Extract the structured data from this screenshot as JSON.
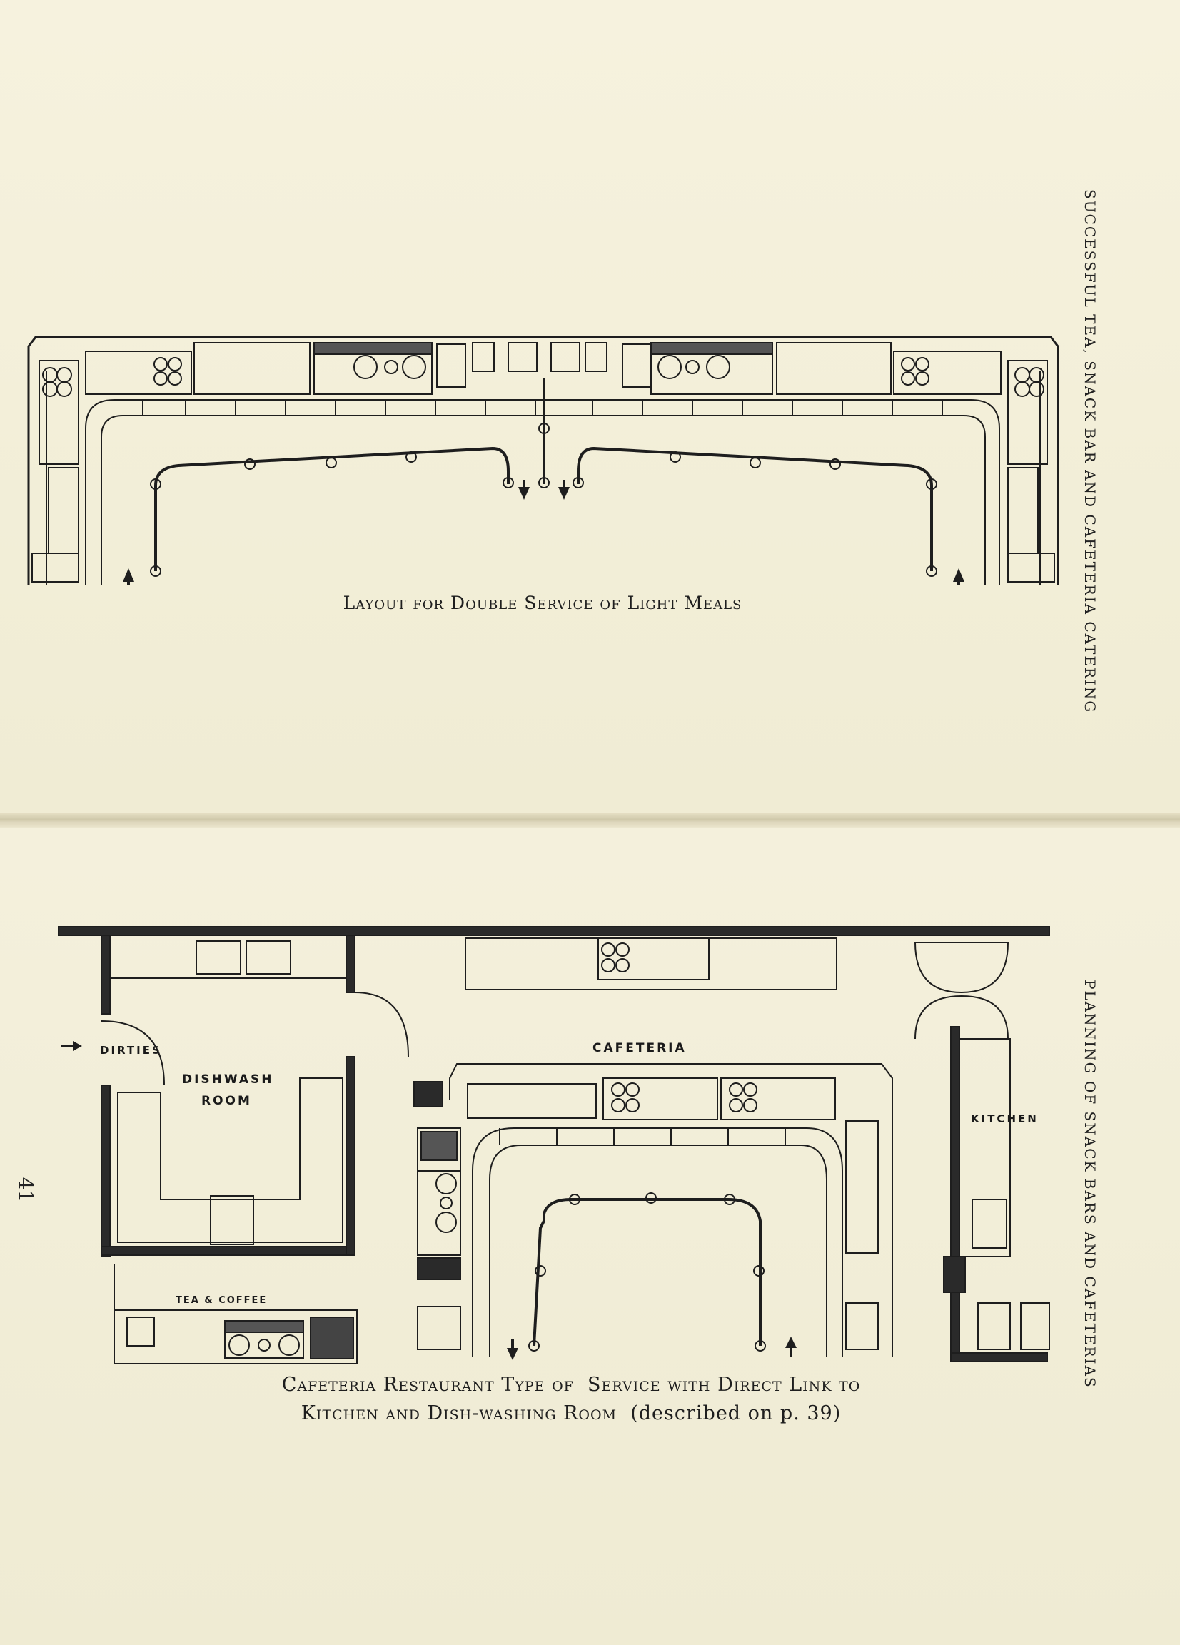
{
  "top_page": {
    "caption": "Layout for Double Service of Light Meals",
    "running_head": "SUCCESSFUL TEA, SNACK BAR AND CAFETERIA CATERING"
  },
  "bottom_page": {
    "page_number": "41",
    "running_head": "PLANNING OF SNACK BARS AND CAFETERIAS",
    "caption_line1_a": "Cafeteria Restaurant Type of",
    "caption_line1_b": "Service with Direct Link to",
    "caption_line2_a": "Kitchen and Dish-washing Room",
    "caption_line2_b": "(described on p. 39)",
    "labels": {
      "dirties": "DIRTIES",
      "dishwash_1": "DISHWASH",
      "dishwash_2": "ROOM",
      "cafeteria": "CAFETERIA",
      "kitchen": "KITCHEN",
      "tea_coffee": "TEA & COFFEE"
    }
  },
  "colors": {
    "paper": "#f3efd9",
    "ink": "#1e1e1e"
  }
}
